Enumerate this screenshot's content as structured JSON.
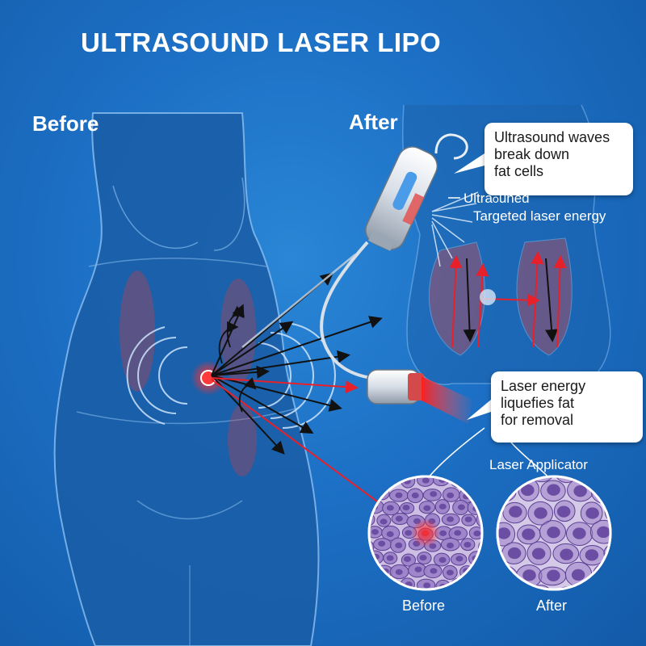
{
  "title": "ULTRASOUND LASER LIPO",
  "labels": {
    "before": "Before",
    "after": "After",
    "ultrasound_annot": "Ultraჿuned",
    "laser_annot": "Targeted laser energy",
    "applicator": "Laser Applicator",
    "circle_before": "Before",
    "circle_after": "After"
  },
  "callouts": {
    "ultrasound": [
      "Ultrasound waves",
      "break down",
      "fat cells"
    ],
    "laser": [
      "Laser energy",
      "liquefies fat",
      "for removal"
    ]
  },
  "colors": {
    "background": "#1c6fc4",
    "body_fill": "#1a5ea8",
    "outline": "#7fb6ea",
    "laser_red": "#e8202a",
    "arrow_black": "#111111",
    "cell_bg": "#cdbfe3",
    "cell_fill": "#9a7fc7",
    "cell_nucleus": "#6b4ea3"
  },
  "icons": {
    "ultrasound_device": "ultrasound-handpiece-icon",
    "laser_device": "laser-applicator-icon"
  }
}
